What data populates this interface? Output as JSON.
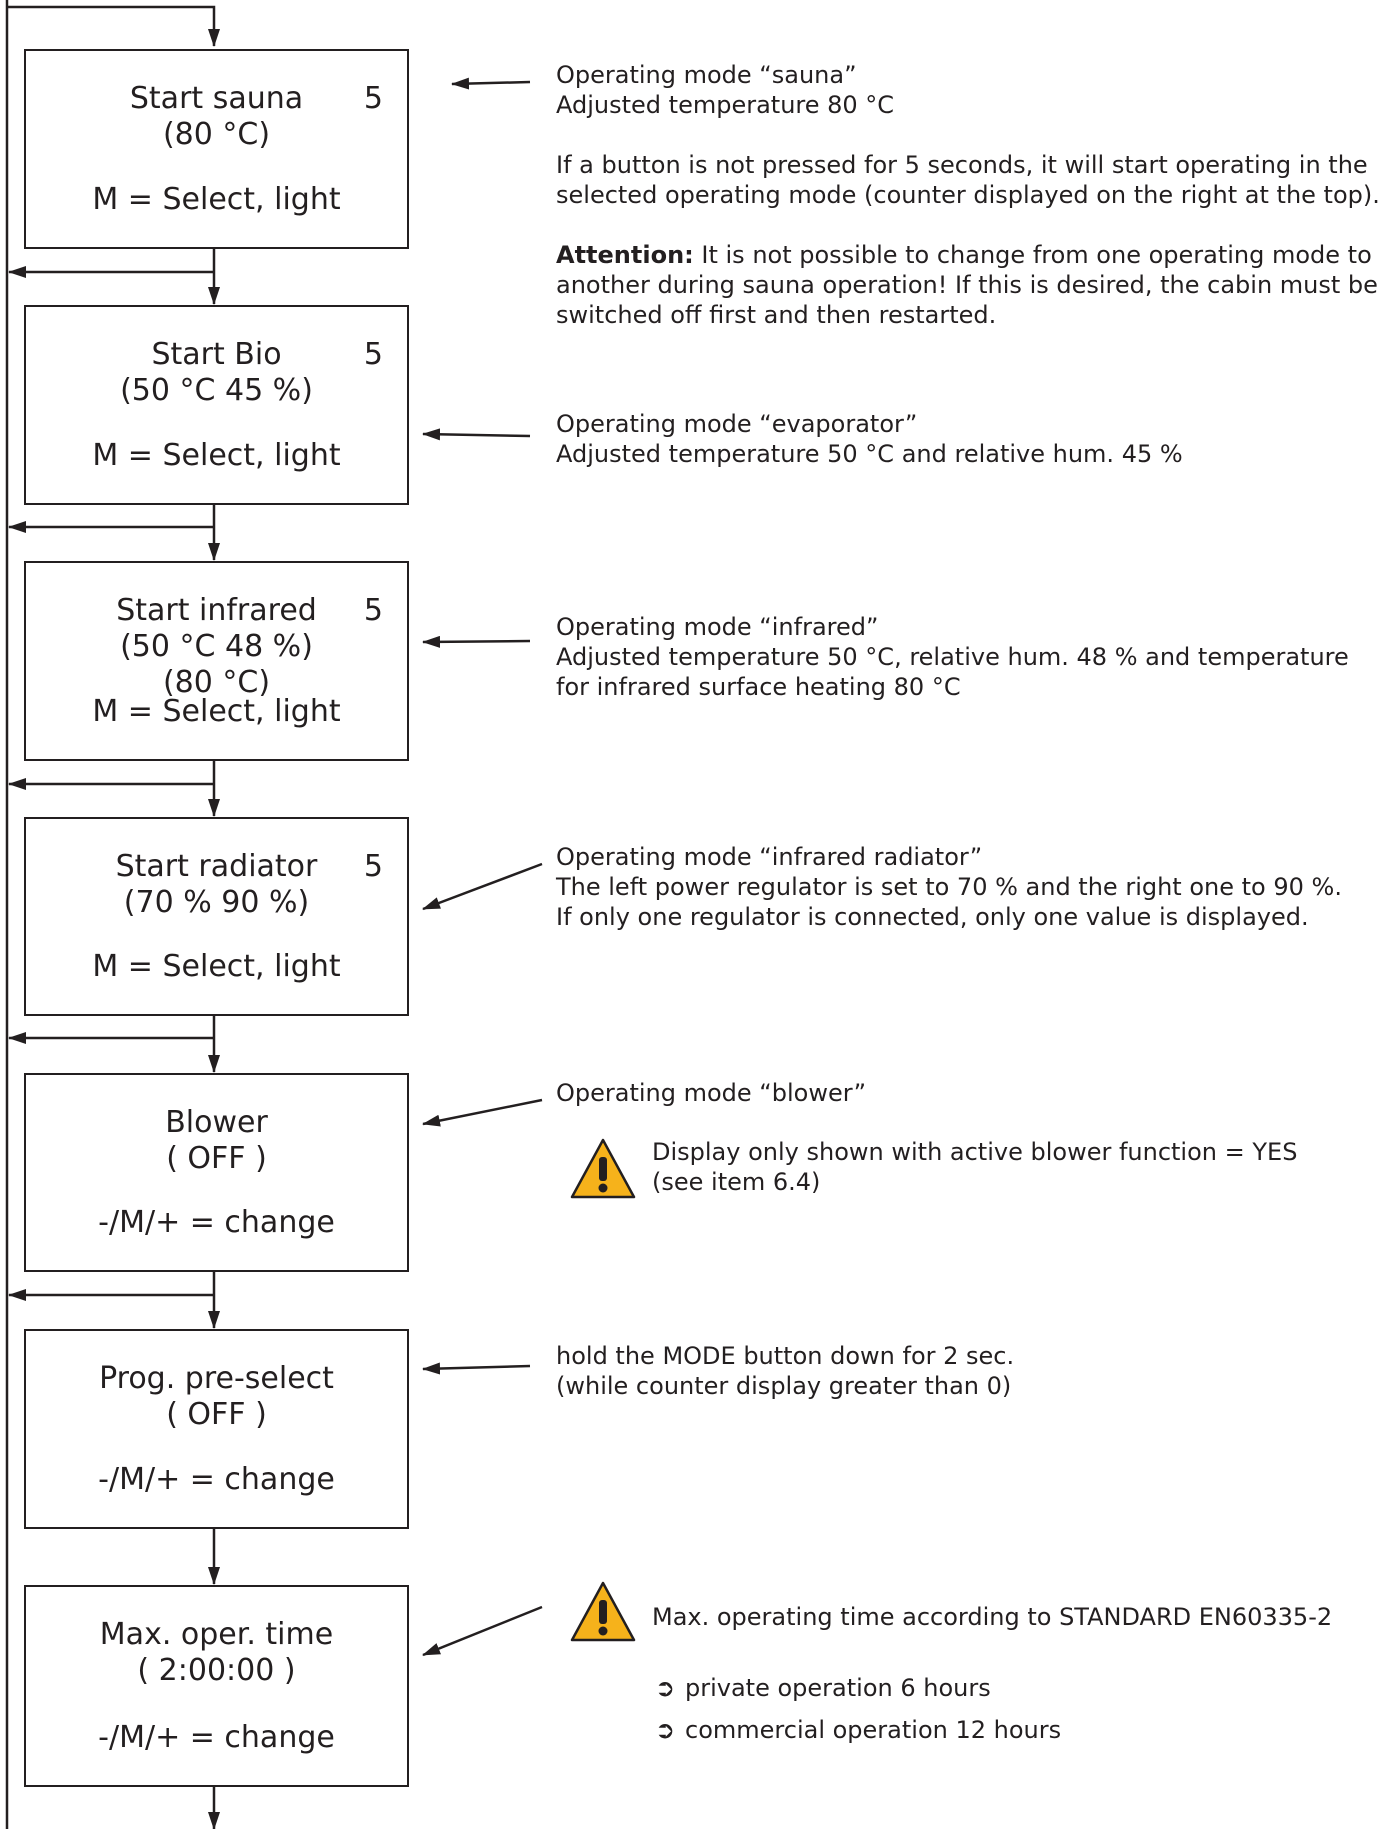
{
  "boxes": [
    {
      "title": "Start sauna",
      "counter": "5",
      "value1": "(80 °C)",
      "value2": "",
      "action": "M = Select, light"
    },
    {
      "title": "Start Bio",
      "counter": "5",
      "value1": "(50 °C  45 %)",
      "value2": "",
      "action": "M = Select, light"
    },
    {
      "title": "Start infrared",
      "counter": "5",
      "value1": "(50 °C  48 %)",
      "value2": "(80 °C)",
      "action": "M = Select, light"
    },
    {
      "title": "Start radiator",
      "counter": "5",
      "value1": "(70 %  90 %)",
      "value2": "",
      "action": "M = Select, light"
    },
    {
      "title": "Blower",
      "counter": "",
      "value1": "( OFF )",
      "value2": "",
      "action": "-/M/+ = change"
    },
    {
      "title": "Prog. pre-select",
      "counter": "",
      "value1": "( OFF )",
      "value2": "",
      "action": "-/M/+ = change"
    },
    {
      "title": "Max. oper. time",
      "counter": "",
      "value1": "( 2:00:00 )",
      "value2": "",
      "action": "-/M/+ = change"
    }
  ],
  "notes": {
    "sauna": {
      "line1": "Operating mode “sauna”",
      "line2": "Adjusted temperature 80 °C",
      "line3": "If a button is not pressed for 5 seconds, it will start operating in the",
      "line4": "selected operating mode (counter displayed on the right at the top).",
      "attention_label": "Attention:",
      "attention_text": " It is not possible to change from one operating mode to",
      "line6": "another during sauna operation! If this is desired, the cabin must be",
      "line7": "switched off first and then restarted."
    },
    "bio": {
      "line1": "Operating mode “evaporator”",
      "line2": "Adjusted temperature 50 °C and relative hum. 45 %"
    },
    "infrared": {
      "line1": "Operating mode “infrared”",
      "line2": "Adjusted temperature 50 °C, relative hum. 48 % and temperature",
      "line3": "for infrared surface heating 80 °C"
    },
    "radiator": {
      "line1": "Operating mode “infrared radiator”",
      "line2": "The left power regulator is set to 70 % and the right one to 90 %.",
      "line3": "If only one regulator is connected, only one value is displayed."
    },
    "blower": {
      "line1": "Operating mode “blower”",
      "warn1": "Display only shown with active blower function = YES",
      "warn2": "(see item 6.4)"
    },
    "preselect": {
      "line1": "hold the MODE button down for 2 sec.",
      "line2": "(while counter display greater than 0)"
    },
    "maxtime": {
      "warn": "Max. operating time according to STANDARD EN60335-2",
      "bullet_glyph": "➲",
      "bullet1": "private operation 6 hours",
      "bullet2": "commercial operation 12 hours"
    }
  },
  "colors": {
    "line": "#231f20",
    "warning_fill": "#f6b21b",
    "warning_stroke": "#231f20"
  },
  "icons": {
    "warning": "warning-triangle-icon",
    "bullet": "arrow-bullet-icon"
  }
}
